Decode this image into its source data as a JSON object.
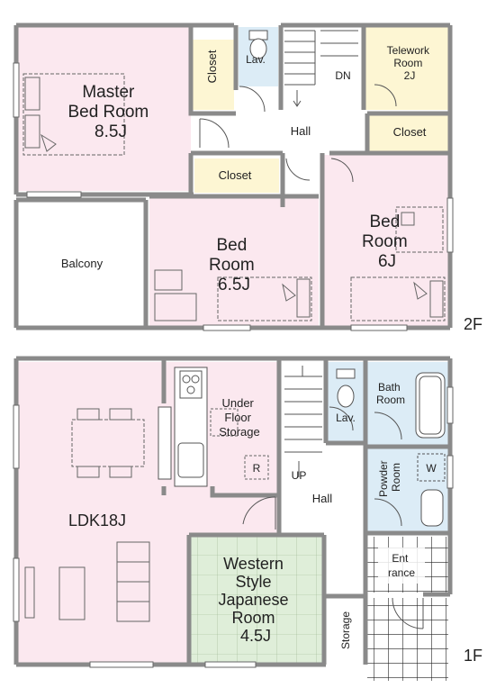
{
  "floors": {
    "second": "2F",
    "first": "1F"
  },
  "rooms_2f": {
    "master_bed": {
      "line1": "Master",
      "line2": "Bed Room",
      "line3": "8.5J"
    },
    "closet_master": "Closet",
    "lav": "Lav.",
    "dn": "DN",
    "telework": {
      "line1": "Telework",
      "line2": "Room",
      "line3": "2J"
    },
    "hall": "Hall",
    "closet_right": "Closet",
    "closet_mid": "Closet",
    "balcony": "Balcony",
    "bed_mid": {
      "line1": "Bed",
      "line2": "Room",
      "line3": "6.5J"
    },
    "bed_right": {
      "line1": "Bed",
      "line2": "Room",
      "line3": "6J"
    }
  },
  "rooms_1f": {
    "underfloor": {
      "line1": "Under",
      "line2": "Floor",
      "line3": "Storage"
    },
    "r_mark": "R",
    "lav": "Lav.",
    "bath": {
      "line1": "Bath",
      "line2": "Room"
    },
    "up": "UP",
    "hall": "Hall",
    "powder": {
      "line1": "Powder",
      "line2": "Room"
    },
    "w_mark": "W",
    "ldk": "LDK18J",
    "western": {
      "line1": "Western",
      "line2": "Style",
      "line3": "Japanese",
      "line4": "Room",
      "line5": "4.5J"
    },
    "entrance": {
      "line1": "Ent",
      "line2": "rance"
    },
    "storage": "Storage"
  },
  "colors": {
    "wall": "#8a8a8a",
    "bedroom_pink": "#fbe8ef",
    "closet_yellow": "#fdf6d3",
    "wet_blue": "#dcecf6",
    "tatami_green": "#dfeed9",
    "floor_white": "#ffffff"
  }
}
